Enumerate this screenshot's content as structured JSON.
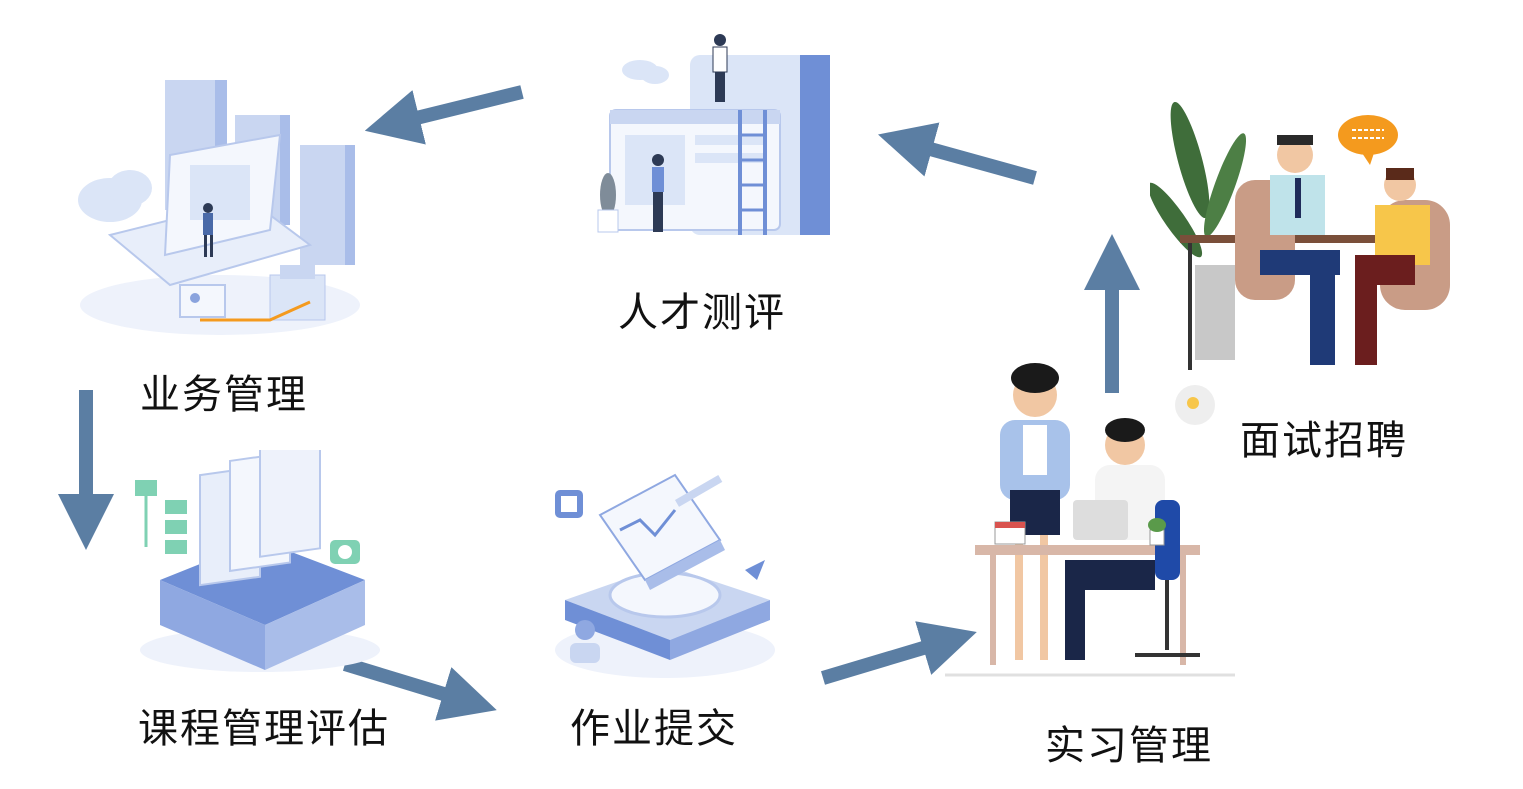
{
  "diagram": {
    "type": "cycle",
    "nodes": [
      {
        "id": "business",
        "label": "业务管理",
        "illustration": "servers-laptop-illustration"
      },
      {
        "id": "course",
        "label": "课程管理评估",
        "illustration": "document-stack-illustration"
      },
      {
        "id": "homework",
        "label": "作业提交",
        "illustration": "book-platform-illustration"
      },
      {
        "id": "internship",
        "label": "实习管理",
        "illustration": "office-desk-illustration"
      },
      {
        "id": "interview",
        "label": "面试招聘",
        "illustration": "interview-illustration"
      },
      {
        "id": "assessment",
        "label": "人才测评",
        "illustration": "ladder-board-illustration"
      }
    ],
    "edges": [
      {
        "from": "business",
        "to": "course"
      },
      {
        "from": "course",
        "to": "homework"
      },
      {
        "from": "homework",
        "to": "internship"
      },
      {
        "from": "internship",
        "to": "interview"
      },
      {
        "from": "interview",
        "to": "assessment"
      },
      {
        "from": "assessment",
        "to": "business"
      }
    ],
    "colors": {
      "arrow": "#5b7ea3",
      "illustration_primary": "#6f8fd6",
      "illustration_light": "#dbe5f7",
      "accent_orange": "#f49a1e",
      "accent_green": "#7fd1b3"
    }
  }
}
